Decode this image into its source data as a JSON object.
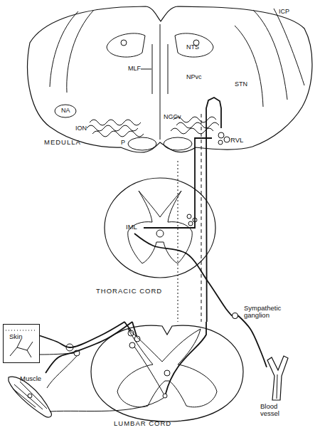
{
  "diagram": {
    "nodes": [
      {
        "text": [
          "MEDULLA"
        ]
      },
      {
        "text": [
          "RVL"
        ],
        "in": 0
      },
      {
        "text": [
          "THORACIC CORD"
        ]
      },
      {
        "text": [
          "IML"
        ],
        "in": 2
      },
      {
        "text": [
          "Sympathetic ganglion"
        ]
      },
      {
        "text": [
          "Blood vessel"
        ]
      },
      {
        "text": [
          "Skin"
        ]
      },
      {
        "text": [
          "Muscle"
        ]
      },
      {
        "text": [
          "LUMBAR CORD"
        ]
      }
    ],
    "edges": [
      {
        "from": 1,
        "to": 3,
        "arrow": "none"
      },
      {
        "from": 3,
        "to": 4,
        "arrow": "none"
      },
      {
        "from": 4,
        "to": 5,
        "arrow": "none"
      },
      {
        "from": 6,
        "to": 8,
        "arrow": "none"
      },
      {
        "from": 7,
        "to": 8,
        "arrow": "none"
      },
      {
        "from": 8,
        "to": 1,
        "arrow": "none"
      }
    ],
    "labels": [
      "ICP",
      "NTS",
      "MLF",
      "NPvc",
      "STN",
      "NA",
      "ION",
      "NGCv",
      "P"
    ]
  }
}
